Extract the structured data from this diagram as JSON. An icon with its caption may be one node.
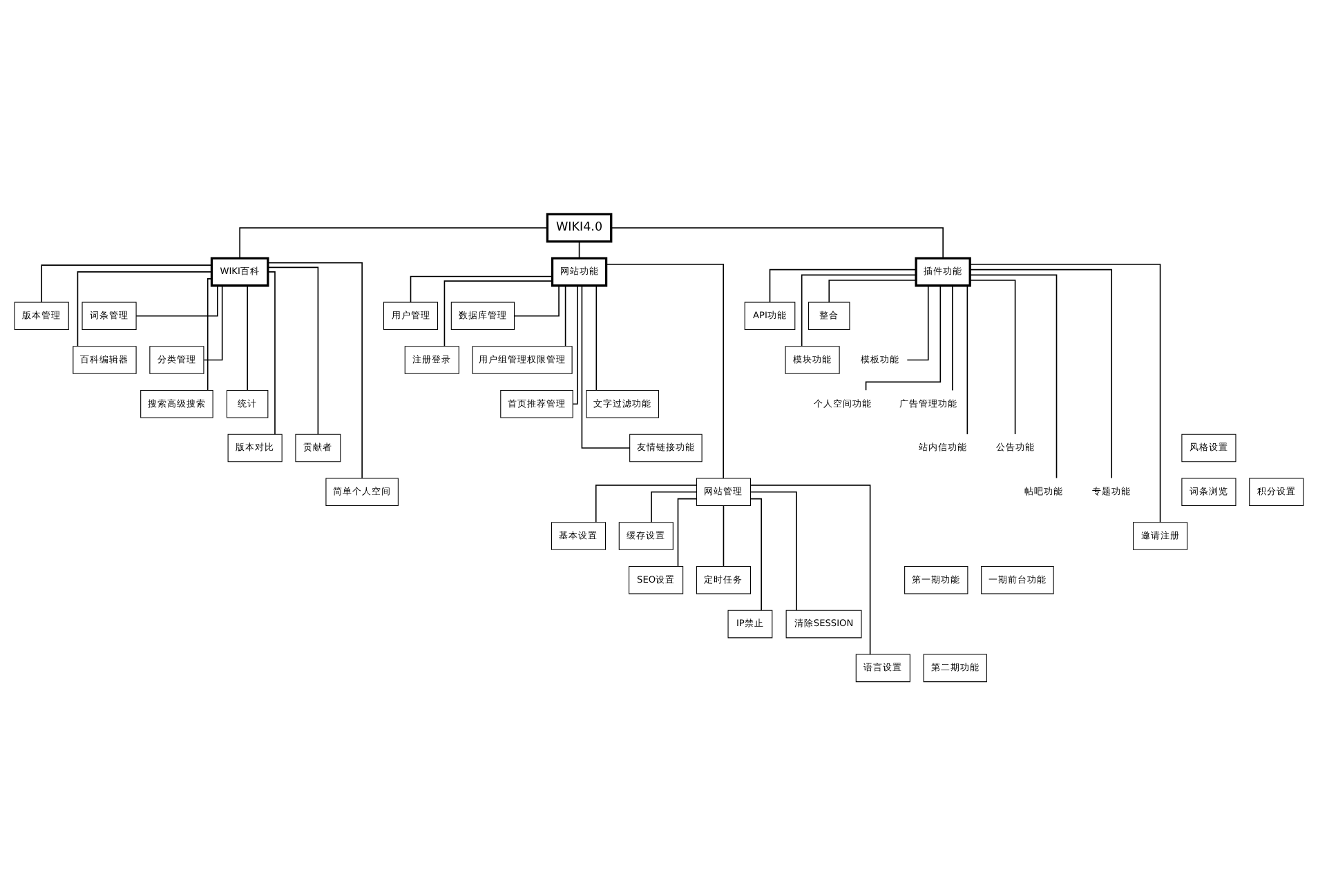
{
  "diagram": {
    "nodes": [
      {
        "text": [
          "WIKI4.0"
        ]
      },
      {
        "text": [
          "WIKI百科"
        ]
      },
      {
        "text": [
          "网站功能"
        ]
      },
      {
        "text": [
          "插件功能"
        ]
      },
      {
        "text": [
          "版本管理"
        ]
      },
      {
        "text": [
          "词条管理"
        ]
      },
      {
        "text": [
          "百科编辑器"
        ]
      },
      {
        "text": [
          "分类管理"
        ]
      },
      {
        "text": [
          "搜索高级搜索"
        ]
      },
      {
        "text": [
          "统计"
        ]
      },
      {
        "text": [
          "版本对比"
        ]
      },
      {
        "text": [
          "贡献者"
        ]
      },
      {
        "text": [
          "词条浏览"
        ]
      },
      {
        "text": [
          "简单个人空间"
        ]
      },
      {
        "text": [
          "用户管理"
        ]
      },
      {
        "text": [
          "数据库管理"
        ]
      },
      {
        "text": [
          "注册登录"
        ]
      },
      {
        "text": [
          "用户组管理权限管理"
        ]
      },
      {
        "text": [
          "首页推荐管理"
        ]
      },
      {
        "text": [
          "文字过滤功能"
        ]
      },
      {
        "text": [
          "风格设置"
        ]
      },
      {
        "text": [
          "友情链接功能"
        ]
      },
      {
        "text": [
          "积分设置"
        ]
      },
      {
        "text": [
          "网站管理"
        ]
      },
      {
        "text": [
          "基本设置"
        ]
      },
      {
        "text": [
          "缓存设置"
        ]
      },
      {
        "text": [
          "SEO设置"
        ]
      },
      {
        "text": [
          "定时任务"
        ]
      },
      {
        "text": [
          "IP禁止"
        ]
      },
      {
        "text": [
          "清除SESSION"
        ]
      },
      {
        "text": [
          "语言设置"
        ]
      },
      {
        "text": [
          "API功能"
        ]
      },
      {
        "text": [
          "整合"
        ]
      },
      {
        "text": [
          "模块功能"
        ]
      },
      {
        "text": [
          "模板功能"
        ]
      },
      {
        "text": [
          "个人空间功能"
        ]
      },
      {
        "text": [
          "广告管理功能"
        ]
      },
      {
        "text": [
          "站内信功能"
        ]
      },
      {
        "text": [
          "公告功能"
        ]
      },
      {
        "text": [
          "帖吧功能"
        ]
      },
      {
        "text": [
          "专题功能"
        ]
      },
      {
        "text": [
          "邀请注册"
        ]
      },
      {
        "text": [
          "第一期功能"
        ]
      },
      {
        "text": [
          "一期前台功能"
        ]
      },
      {
        "text": [
          "第二期功能"
        ]
      }
    ],
    "edges": [
      {
        "from": 0,
        "to": 1,
        "arrow": "none"
      },
      {
        "from": 0,
        "to": 2,
        "arrow": "none"
      },
      {
        "from": 0,
        "to": 3,
        "arrow": "none"
      },
      {
        "from": 1,
        "to": 4,
        "arrow": "none"
      },
      {
        "from": 1,
        "to": 5,
        "arrow": "none"
      },
      {
        "from": 1,
        "to": 6,
        "arrow": "none"
      },
      {
        "from": 1,
        "to": 7,
        "arrow": "none"
      },
      {
        "from": 1,
        "to": 8,
        "arrow": "none"
      },
      {
        "from": 1,
        "to": 9,
        "arrow": "none"
      },
      {
        "from": 1,
        "to": 10,
        "arrow": "none"
      },
      {
        "from": 1,
        "to": 11,
        "arrow": "none"
      },
      {
        "from": 1,
        "to": 13,
        "arrow": "none"
      },
      {
        "from": 2,
        "to": 14,
        "arrow": "none"
      },
      {
        "from": 2,
        "to": 15,
        "arrow": "none"
      },
      {
        "from": 2,
        "to": 16,
        "arrow": "none"
      },
      {
        "from": 2,
        "to": 17,
        "arrow": "none"
      },
      {
        "from": 2,
        "to": 18,
        "arrow": "none"
      },
      {
        "from": 2,
        "to": 19,
        "arrow": "none"
      },
      {
        "from": 2,
        "to": 21,
        "arrow": "none"
      },
      {
        "from": 2,
        "to": 23,
        "arrow": "none"
      },
      {
        "from": 23,
        "to": 24,
        "arrow": "none"
      },
      {
        "from": 23,
        "to": 25,
        "arrow": "none"
      },
      {
        "from": 23,
        "to": 26,
        "arrow": "none"
      },
      {
        "from": 23,
        "to": 27,
        "arrow": "none"
      },
      {
        "from": 23,
        "to": 28,
        "arrow": "none"
      },
      {
        "from": 23,
        "to": 29,
        "arrow": "none"
      },
      {
        "from": 23,
        "to": 30,
        "arrow": "none"
      },
      {
        "from": 3,
        "to": 31,
        "arrow": "none"
      },
      {
        "from": 3,
        "to": 32,
        "arrow": "none"
      },
      {
        "from": 3,
        "to": 33,
        "arrow": "none"
      },
      {
        "from": 3,
        "to": 34,
        "arrow": "none"
      },
      {
        "from": 3,
        "to": 35,
        "arrow": "none"
      },
      {
        "from": 3,
        "to": 36,
        "arrow": "none"
      },
      {
        "from": 3,
        "to": 37,
        "arrow": "none"
      },
      {
        "from": 3,
        "to": 38,
        "arrow": "none"
      },
      {
        "from": 3,
        "to": 39,
        "arrow": "none"
      },
      {
        "from": 3,
        "to": 40,
        "arrow": "none"
      },
      {
        "from": 3,
        "to": 41,
        "arrow": "none"
      }
    ]
  }
}
